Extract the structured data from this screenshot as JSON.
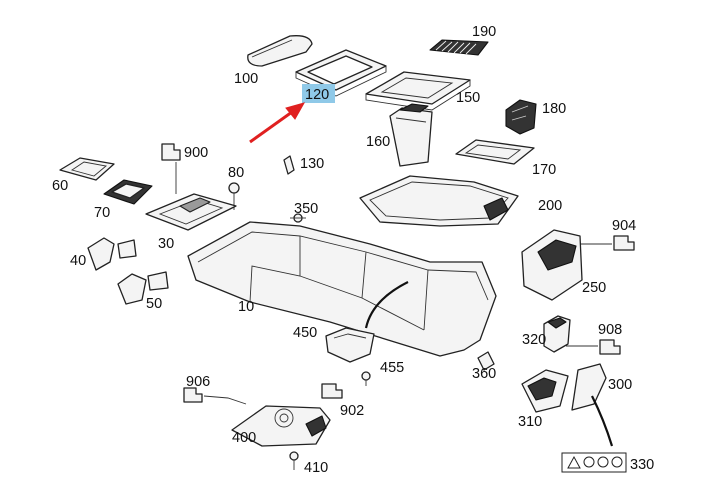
{
  "callouts": {
    "c100": "100",
    "c120": "120",
    "c190": "190",
    "c150": "150",
    "c180": "180",
    "c160": "160",
    "c170": "170",
    "c900": "900",
    "c80": "80",
    "c130": "130",
    "c60": "60",
    "c70": "70",
    "c30": "30",
    "c350": "350",
    "c200": "200",
    "c904": "904",
    "c40": "40",
    "c50": "50",
    "c10": "10",
    "c250": "250",
    "c908": "908",
    "c320": "320",
    "c450": "450",
    "c455": "455",
    "c360": "360",
    "c906": "906",
    "c300": "300",
    "c902": "902",
    "c310": "310",
    "c400": "400",
    "c410": "410",
    "c330": "330"
  },
  "highlight": {
    "part": "120",
    "color": "#8fc9e8",
    "arrow_color": "#e02020"
  }
}
